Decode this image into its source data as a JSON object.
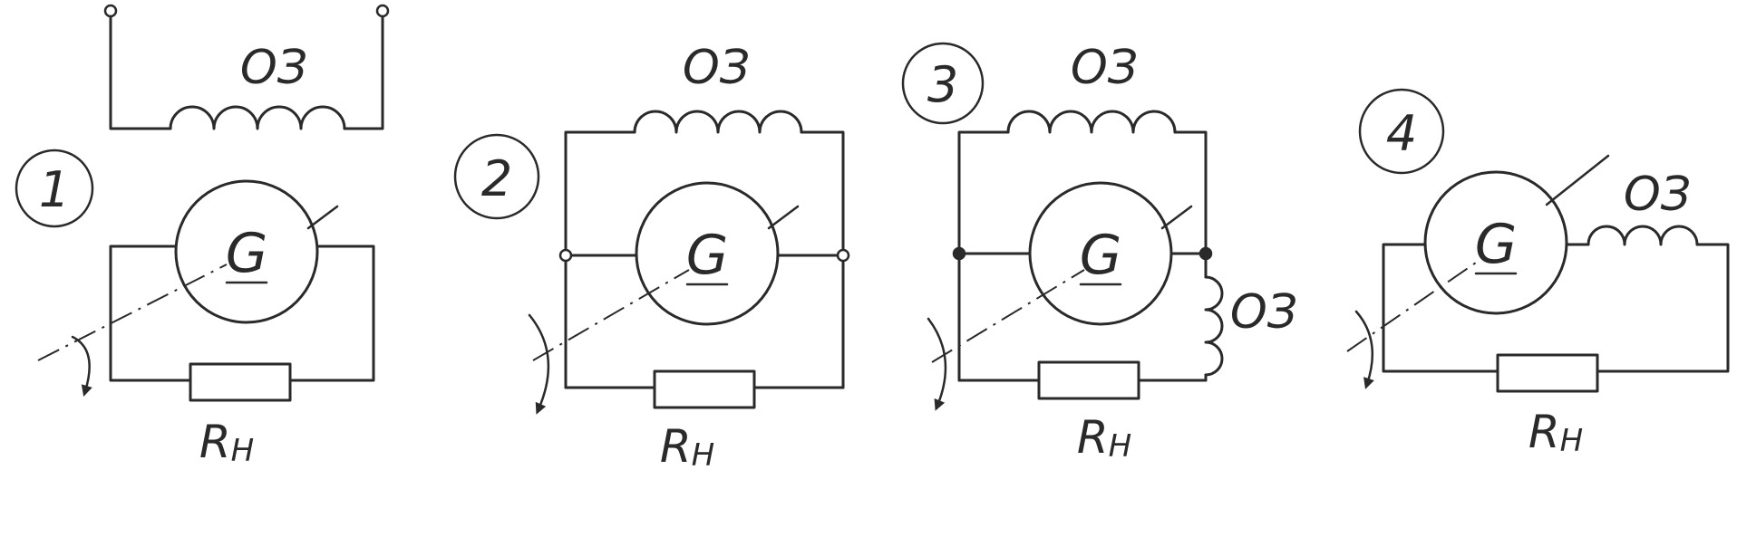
{
  "diagrams": [
    {
      "number": "1",
      "generator_label": "G",
      "coil_labels": [
        "ОЗ"
      ],
      "load_label": "R",
      "load_subscript": "Н"
    },
    {
      "number": "2",
      "generator_label": "G",
      "coil_labels": [
        "ОЗ"
      ],
      "load_label": "R",
      "load_subscript": "Н"
    },
    {
      "number": "3",
      "generator_label": "G",
      "coil_labels": [
        "ОЗ",
        "ОЗ"
      ],
      "load_label": "R",
      "load_subscript": "Н"
    },
    {
      "number": "4",
      "generator_label": "G",
      "coil_labels": [
        "ОЗ"
      ],
      "load_label": "R",
      "load_subscript": "Н"
    }
  ]
}
